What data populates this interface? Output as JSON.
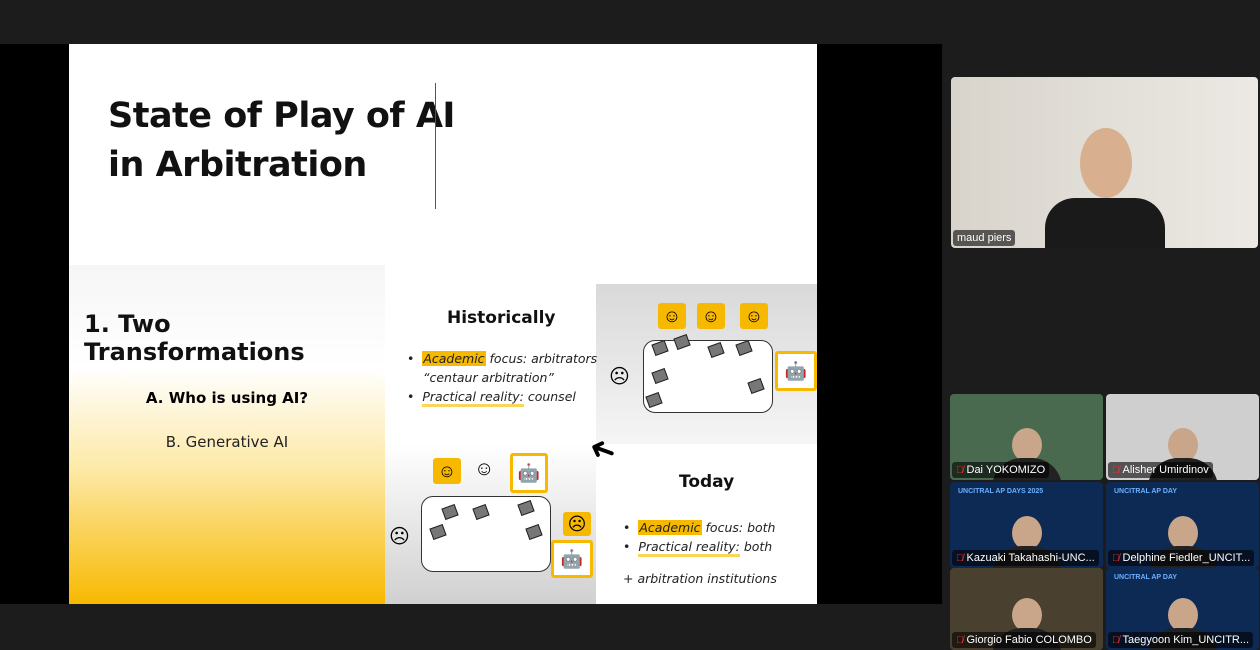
{
  "slide": {
    "title_line1": "State of Play of AI",
    "title_line2": "in Arbitration",
    "section": "1. Two Transformations",
    "item_a": "A. Who is using AI?",
    "item_b": "B. Generative AI",
    "historically": {
      "heading": "Historically",
      "b1_hl": "Academic",
      "b1_rest": " focus: arbitrators",
      "b1_line2": "“centaur arbitration”",
      "b2_hl": "Practical reality:",
      "b2_rest": " counsel"
    },
    "today": {
      "heading": "Today",
      "b1_hl": "Academic",
      "b1_rest": " focus: both",
      "b2_hl": "Practical reality:",
      "b2_rest": " both",
      "extra": "+ arbitration institutions"
    }
  },
  "speaker": {
    "name": "maud piers"
  },
  "participants": [
    {
      "name": "Dai YOKOMIZO",
      "bg": "#4a6a50"
    },
    {
      "name": "Alisher Umirdinov",
      "bg": "#cfcfcf"
    },
    {
      "name": "Kazuaki Takahashi-UNC...",
      "bg": "#0d2a55",
      "banner": "UNCITRAL AP DAYS 2025"
    },
    {
      "name": "Delphine Fiedler_UNCIT...",
      "bg": "#0d2a55",
      "banner": "UNCITRAL AP DAY"
    },
    {
      "name": "Giorgio Fabio COLOMBO",
      "bg": "#4a4030"
    },
    {
      "name": "Taegyoon Kim_UNCITR...",
      "bg": "#0d2a55",
      "banner": "UNCITRAL AP DAY"
    }
  ],
  "colors": {
    "accent": "#f7b900"
  }
}
